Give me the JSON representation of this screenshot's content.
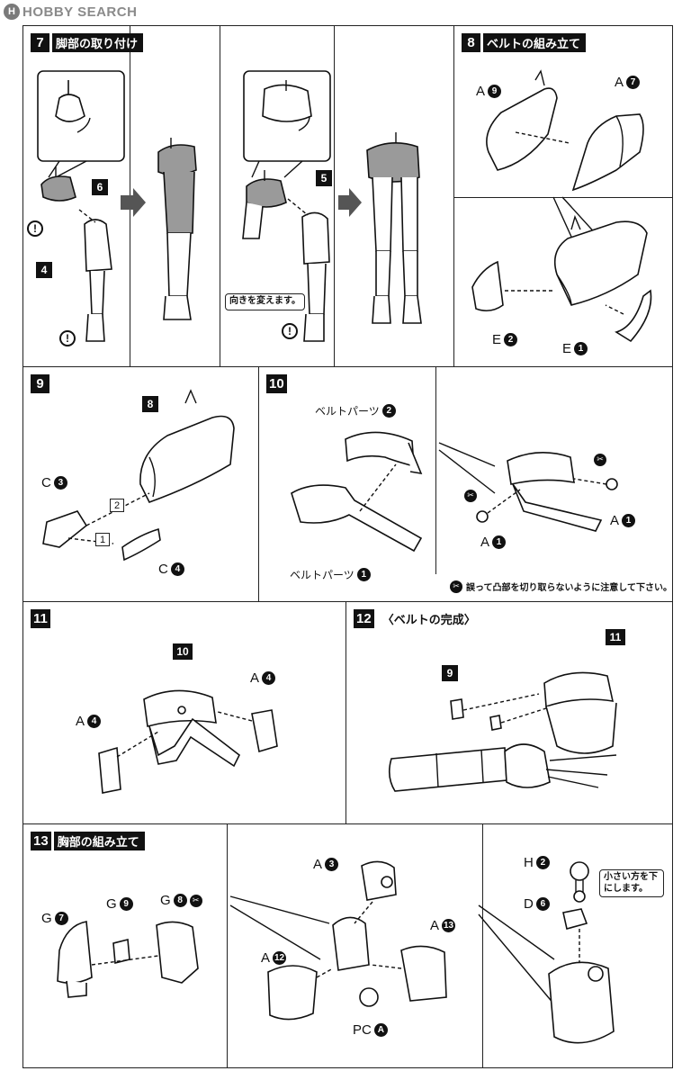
{
  "watermark": {
    "mark": "H",
    "text": "HOBBY SEARCH"
  },
  "steps": {
    "s7": {
      "num": "7",
      "title": "脚部の取り付け",
      "part_6": "6",
      "part_4": "4",
      "part_5": "5",
      "warn": "!",
      "note": "向きを変えます。"
    },
    "s8": {
      "num": "8",
      "title": "ベルトの組み立て",
      "a9_letter": "A",
      "a9_num": "9",
      "a7_letter": "A",
      "a7_num": "7",
      "e2_letter": "E",
      "e2_num": "2",
      "e1_letter": "E",
      "e1_num": "1"
    },
    "s9": {
      "num": "9",
      "ref": "8",
      "c3_letter": "C",
      "c3_num": "3",
      "c4_letter": "C",
      "c4_num": "4",
      "order_1": "1",
      "order_2": "2"
    },
    "s10": {
      "num": "10",
      "belt2_text": "ベルトパーツ",
      "belt2_num": "2",
      "belt1_text": "ベルトパーツ",
      "belt1_num": "1",
      "a1_letter": "A",
      "a1_num": "1",
      "a1b_letter": "A",
      "a1b_num": "1",
      "caution": "誤って凸部を切り取らないように注意して下さい。"
    },
    "s11": {
      "num": "11",
      "ref": "10",
      "a4_letter": "A",
      "a4_num": "4",
      "a4b_letter": "A",
      "a4b_num": "4"
    },
    "s12": {
      "num": "12",
      "title": "〈ベルトの完成〉",
      "ref_9": "9",
      "ref_11": "11"
    },
    "s13": {
      "num": "13",
      "title": "胸部の組み立て",
      "g7_letter": "G",
      "g7_num": "7",
      "g9_letter": "G",
      "g9_num": "9",
      "g8_letter": "G",
      "g8_num": "8",
      "a3_letter": "A",
      "a3_num": "3",
      "a12_letter": "A",
      "a12_num": "12",
      "a13_letter": "A",
      "a13_num": "13",
      "pca_letter": "PC",
      "pca_num": "A",
      "h2_letter": "H",
      "h2_num": "2",
      "d6_letter": "D",
      "d6_num": "6",
      "note": "小さい方を下にします。"
    }
  }
}
